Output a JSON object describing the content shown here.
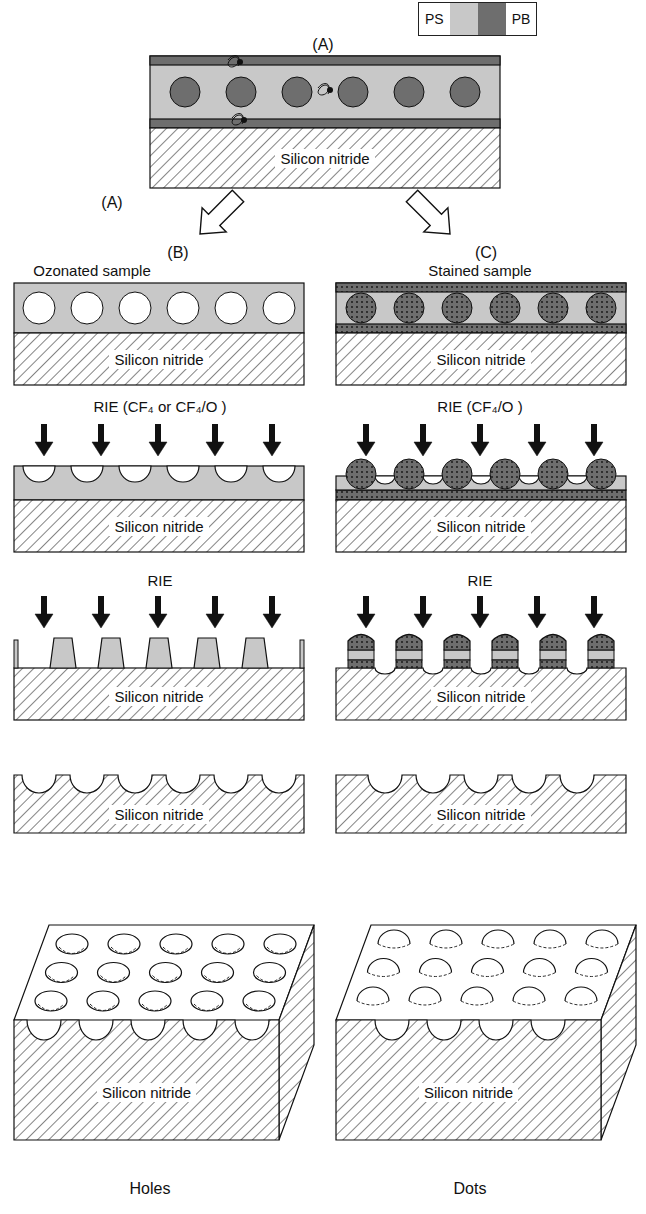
{
  "diagram": {
    "nodes": [
      {
        "text": [
          "Silicon nitride"
        ]
      },
      {
        "text": [
          "Silicon nitride"
        ]
      },
      {
        "text": [
          "Silicon nitride"
        ]
      },
      {
        "text": [
          "Silicon nitride"
        ]
      },
      {
        "text": [
          "Silicon nitride"
        ]
      },
      {
        "text": [
          "Silicon nitride"
        ]
      },
      {
        "text": [
          "Silicon nitride"
        ]
      },
      {
        "text": [
          "Silicon nitride"
        ]
      },
      {
        "text": [
          "Silicon nitride"
        ]
      },
      {
        "text": [
          "Silicon nitride"
        ]
      },
      {
        "text": [
          "Silicon nitride"
        ]
      }
    ],
    "labels": [
      "(A)",
      "(A)",
      "(B)",
      "(C)",
      "Ozonated sample",
      "Stained sample",
      "RIE (CF₄ or CF₄/O )",
      "RIE (CF₄/O )",
      "RIE",
      "RIE",
      "Holes",
      "Dots"
    ],
    "legend": [
      {
        "text": "PS",
        "color": "#c8c8c8"
      },
      {
        "text": "PB",
        "color": "#6e6e6e"
      }
    ]
  }
}
